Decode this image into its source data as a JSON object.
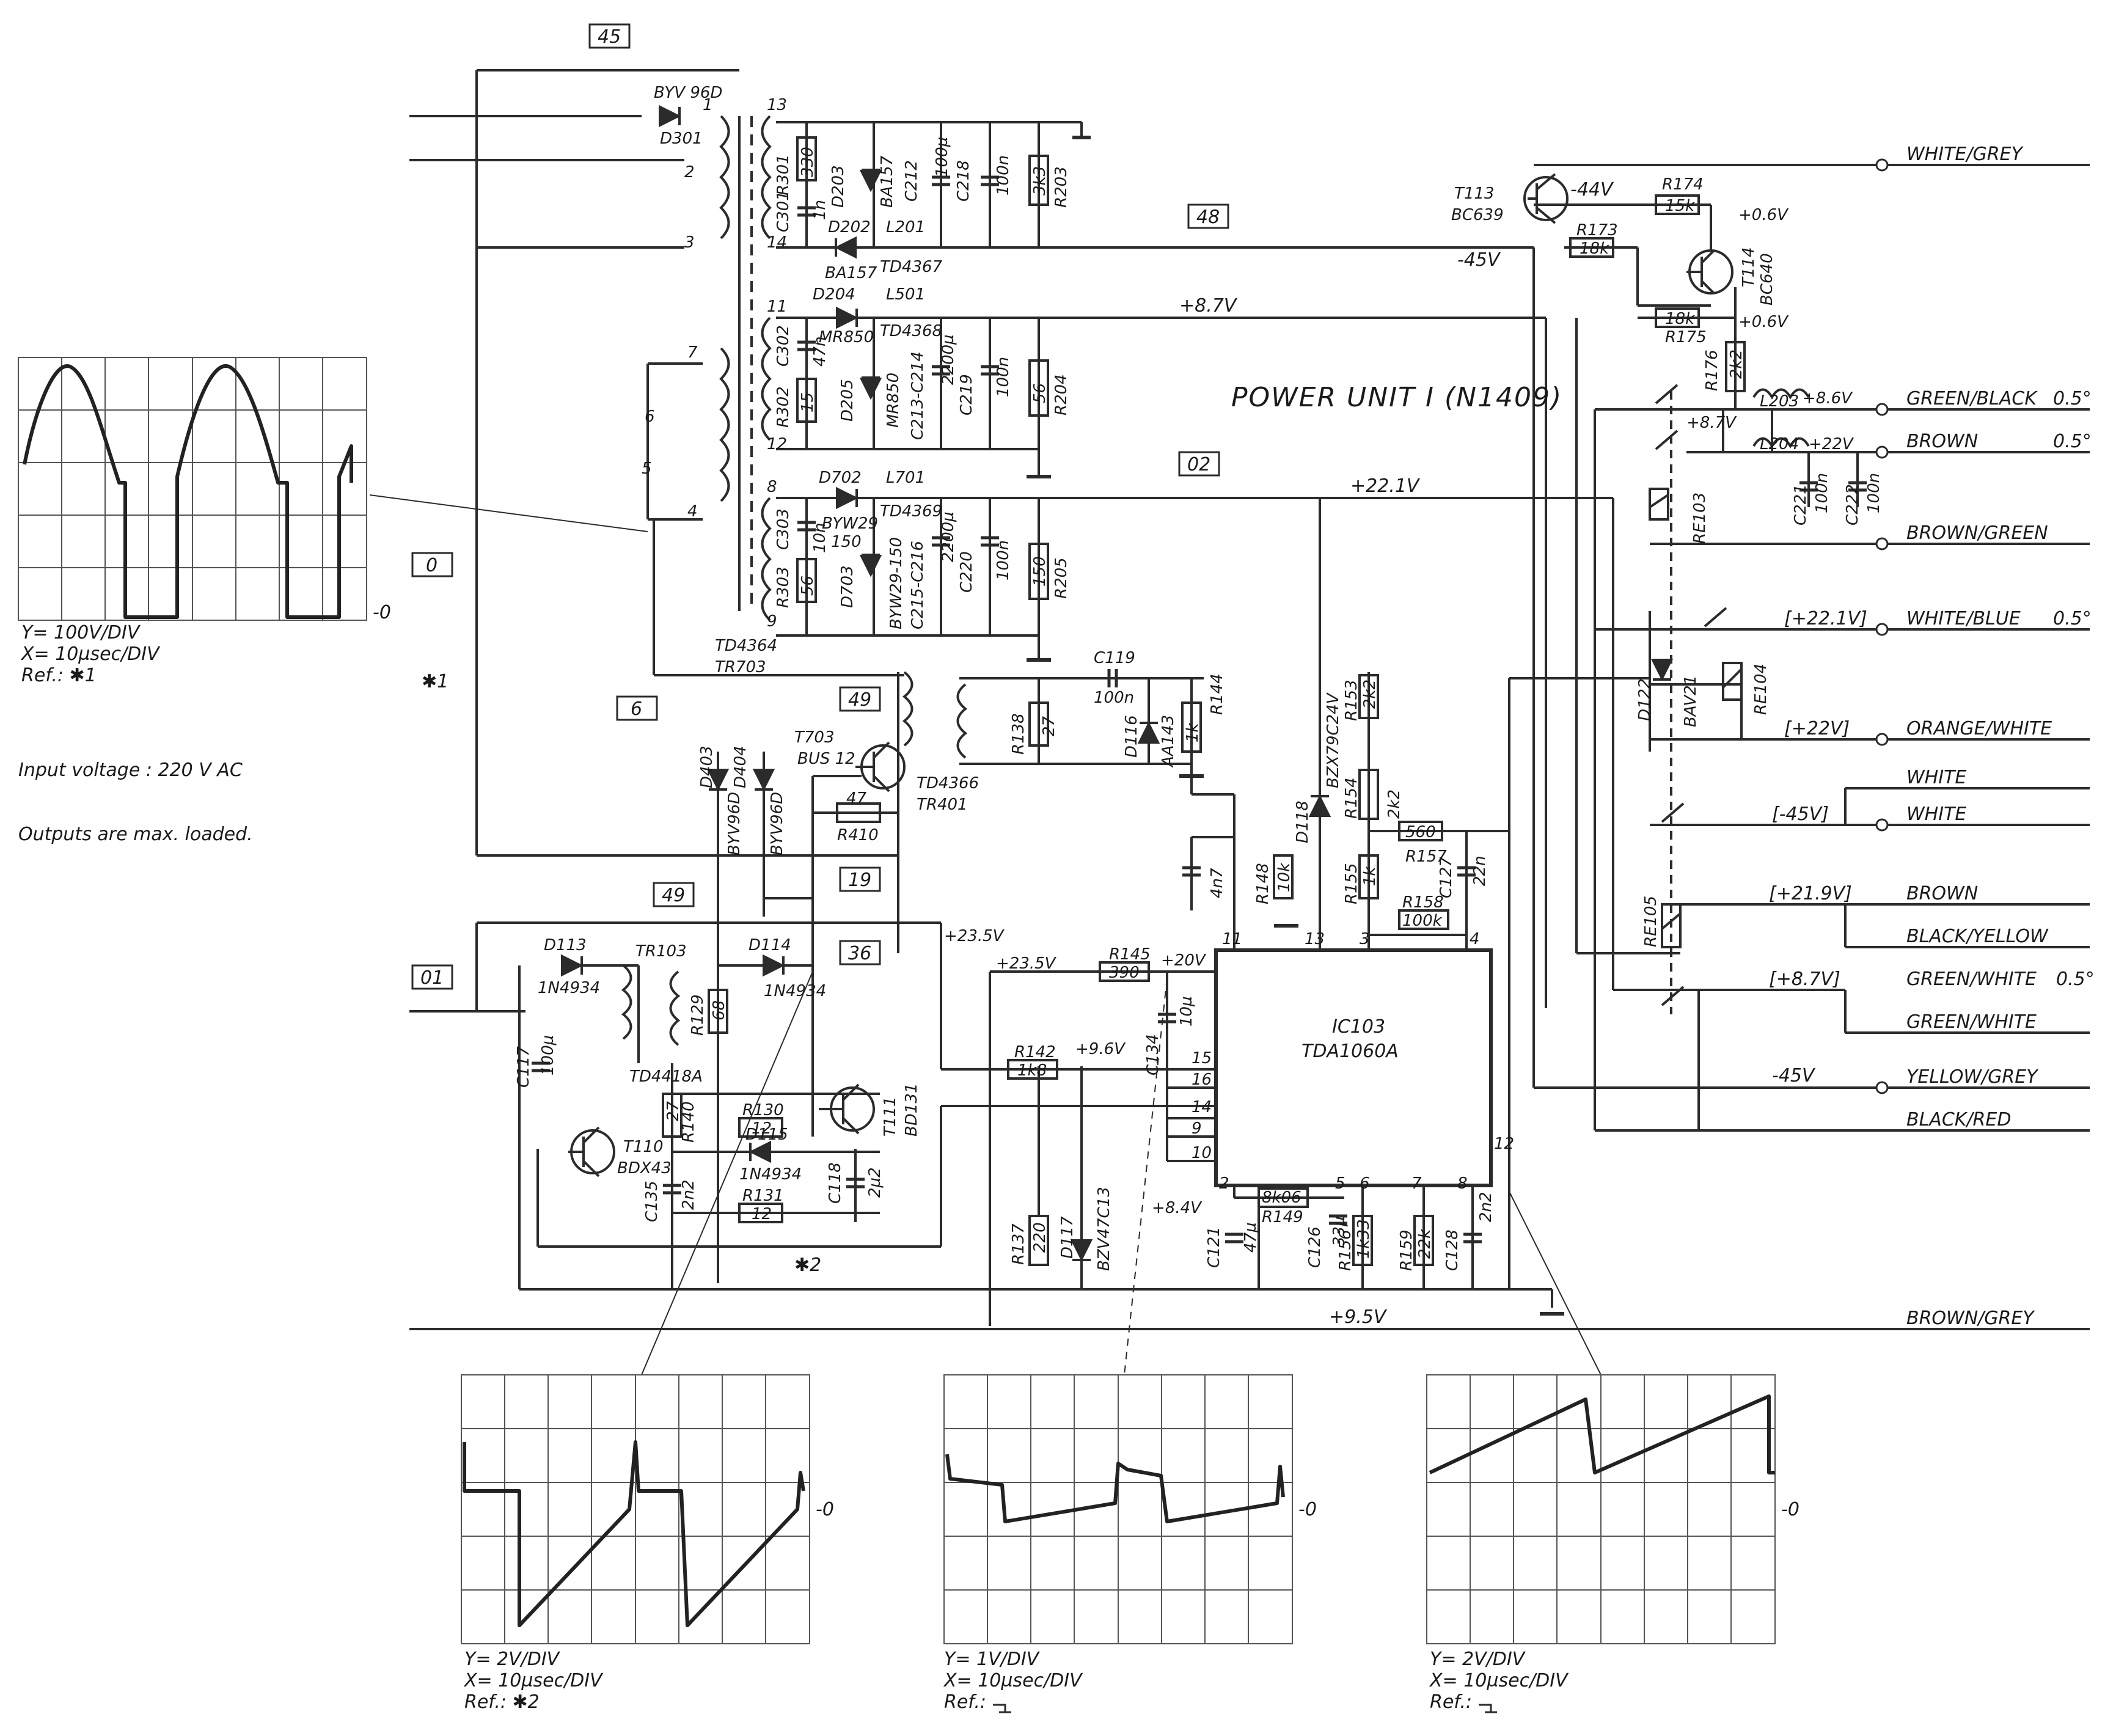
{
  "title": "POWER UNIT I (N1409)",
  "notes": {
    "marker": "✱1",
    "input_voltage": "Input voltage : 220 V AC",
    "outputs": "Outputs are max. loaded."
  },
  "boxes": [
    "45",
    "48",
    "02",
    "0",
    "6",
    "49",
    "19",
    "36",
    "01",
    "49"
  ],
  "transformer": {
    "name": "TD4364",
    "name2": "TR703",
    "pins": [
      "1",
      "2",
      "3",
      "4",
      "5",
      "6",
      "7",
      "8",
      "9",
      "11",
      "12",
      "13",
      "14"
    ]
  },
  "components": {
    "byv96d": "BYV 96D",
    "d301": "D301",
    "r301": "R301",
    "r301v": "330",
    "c301": "C301",
    "c301v": "1n",
    "d203": "D203",
    "ba157a": "BA157",
    "d202": "D202",
    "ba157b": "BA157",
    "c212": "C212",
    "c212v": "100µ",
    "l201": "L201",
    "td4367": "TD4367",
    "c218": "C218",
    "c218v": "100n",
    "r203": "R203",
    "r203v": "3k3",
    "d204": "D204",
    "mr850a": "MR850",
    "l501": "L501",
    "td4368": "TD4368",
    "c302": "C302",
    "c302v": "47n",
    "r302": "R302",
    "r302v": "15",
    "d205": "D205",
    "mr850b": "MR850",
    "c213": "C213-C214",
    "c213v": "2200µ",
    "c219": "C219",
    "c219v": "100n",
    "r204": "R204",
    "r204v": "56",
    "d702": "D702",
    "byw29": "BYW29",
    "byw29v": "150",
    "l701": "L701",
    "td4369": "TD4369",
    "c303": "C303",
    "c303v": "10n",
    "r303": "R303",
    "r303v": "56",
    "d703": "D703",
    "byw29b": "BYW29-150",
    "c215": "C215-C216",
    "c215v": "2200µ",
    "c220": "C220",
    "c220v": "100n",
    "r205": "R205",
    "r205v": "150",
    "t113": "T113",
    "bc639": "BC639",
    "r174": "R174",
    "r174v": "15k",
    "r173": "R173",
    "r173v": "18k",
    "t114": "T114",
    "bc640": "BC640",
    "r175": "R175",
    "r175v": "18k",
    "r176": "R176",
    "r176v": "2k2",
    "l203": "L203",
    "l204": "L204",
    "c221": "C221",
    "c221v": "100n",
    "c222": "C222",
    "c222v": "100n",
    "re103": "RE103",
    "re104": "RE104",
    "re105": "RE105",
    "d122": "D122",
    "bav21": "BAV21",
    "t703": "T703",
    "bus12": "BUS 12",
    "td4366": "TD4366",
    "tr401": "TR401",
    "c119": "C119",
    "c119v": "100n",
    "r138": "R138",
    "r138v": "27",
    "d116": "D116",
    "aa143": "AA143",
    "r144": "R144",
    "r144v": "1k",
    "d403": "D403",
    "d404": "D404",
    "byv96d2": "BYV96D",
    "byv96d3": "BYV96D",
    "r410": "R410",
    "r410v": "47",
    "c_4n7": "4n7",
    "r148": "R148",
    "r148v": "10k",
    "d118": "D118",
    "bzx79": "BZX79C24V",
    "r153": "R153",
    "r153v": "2k2",
    "r154": "R154",
    "r154v": "2k2",
    "r155": "R155",
    "r155v": "1k",
    "r157": "R157",
    "r157v": "560",
    "c127": "C127",
    "c127v": "22n",
    "r158": "R158",
    "r158v": "100k",
    "d113": "D113",
    "in4934a": "1N4934",
    "tr103": "TR103",
    "td4418a": "TD4418A",
    "c117": "C117",
    "c117v": "100µ",
    "r129": "R129",
    "r129v": "68",
    "d114": "D114",
    "in4934b": "1N4934",
    "r145": "R145",
    "r145v": "390",
    "c134": "C134",
    "c134v": "10µ",
    "r142": "R142",
    "r142v": "1k8",
    "r130": "R130",
    "r130v": "12",
    "t111": "T111",
    "bd131": "BD131",
    "d115": "D115",
    "in4934c": "1N4934",
    "t110": "T110",
    "bdx43": "BDX43",
    "r140": "R140",
    "r140v": "27",
    "c135": "C135",
    "c135v": "2n2",
    "c118": "C118",
    "c118v": "2µ2",
    "r131": "R131",
    "r131v": "12",
    "r137": "R137",
    "r137v": "220",
    "d117": "D117",
    "bzv47": "BZV47C13",
    "c121": "C121",
    "c121v": "47µ",
    "r149": "R149",
    "r149v": "8k06",
    "c126": "C126",
    "c126v": "33µ",
    "r156": "R156",
    "r156v": "1k33",
    "r159": "R159",
    "r159v": "22k",
    "c128": "C128",
    "c128v": "2n2",
    "ic103": "IC103",
    "tda": "TDA1060A",
    "star2": "✱2"
  },
  "ic_pins": [
    "11",
    "13",
    "3",
    "4",
    "15",
    "16",
    "14",
    "9",
    "10",
    "2",
    "5",
    "6",
    "7",
    "8",
    "12"
  ],
  "voltages": {
    "v_44": "-44V",
    "v_45": "-45V",
    "v_06a": "+0.6V",
    "v_06b": "+0.6V",
    "v_87": "+8.7V",
    "v_221": "+22.1V",
    "v_86": "+8.6V",
    "v_87b": "+8.7V",
    "v_22": "+22V",
    "v_235a": "+23.5V",
    "v_235b": "+23.5V",
    "v_20": "+20V",
    "v_96": "+9.6V",
    "v_84": "+8.4V",
    "v_95": "+9.5V",
    "v_45b": "-45V"
  },
  "outputs": [
    {
      "label": "WHITE/GREY",
      "bracket": "",
      "note": ""
    },
    {
      "label": "GREEN/BLACK",
      "bracket": "",
      "note": "0.5°"
    },
    {
      "label": "BROWN",
      "bracket": "",
      "note": "0.5°"
    },
    {
      "label": "BROWN/GREEN",
      "bracket": "",
      "note": ""
    },
    {
      "label": "WHITE/BLUE",
      "bracket": "[+22.1V]",
      "note": "0.5°"
    },
    {
      "label": "ORANGE/WHITE",
      "bracket": "[+22V]",
      "note": ""
    },
    {
      "label": "WHITE",
      "bracket": "",
      "note": ""
    },
    {
      "label": "WHITE",
      "bracket": "[-45V]",
      "note": ""
    },
    {
      "label": "BROWN",
      "bracket": "[+21.9V]",
      "note": ""
    },
    {
      "label": "BLACK/YELLOW",
      "bracket": "",
      "note": ""
    },
    {
      "label": "GREEN/WHITE",
      "bracket": "[+8.7V]",
      "note": "0.5°"
    },
    {
      "label": "GREEN/WHITE",
      "bracket": "",
      "note": ""
    },
    {
      "label": "YELLOW/GREY",
      "bracket": "-45V",
      "note": ""
    },
    {
      "label": "BLACK/RED",
      "bracket": "",
      "note": ""
    },
    {
      "label": "BROWN/GREY",
      "bracket": "",
      "note": ""
    }
  ],
  "scopes": [
    {
      "zero": "-0",
      "y": "Y= 100V/DIV",
      "x": "X= 10µsec/DIV",
      "ref": "Ref.: ✱1"
    },
    {
      "zero": "-0",
      "y": "Y= 2V/DIV",
      "x": "X= 10µsec/DIV",
      "ref": "Ref.: ✱2"
    },
    {
      "zero": "-0",
      "y": "Y= 1V/DIV",
      "x": "X= 10µsec/DIV",
      "ref": "Ref.:"
    },
    {
      "zero": "-0",
      "y": "Y= 2V/DIV",
      "x": "X= 10µsec/DIV",
      "ref": "Ref.:"
    }
  ]
}
